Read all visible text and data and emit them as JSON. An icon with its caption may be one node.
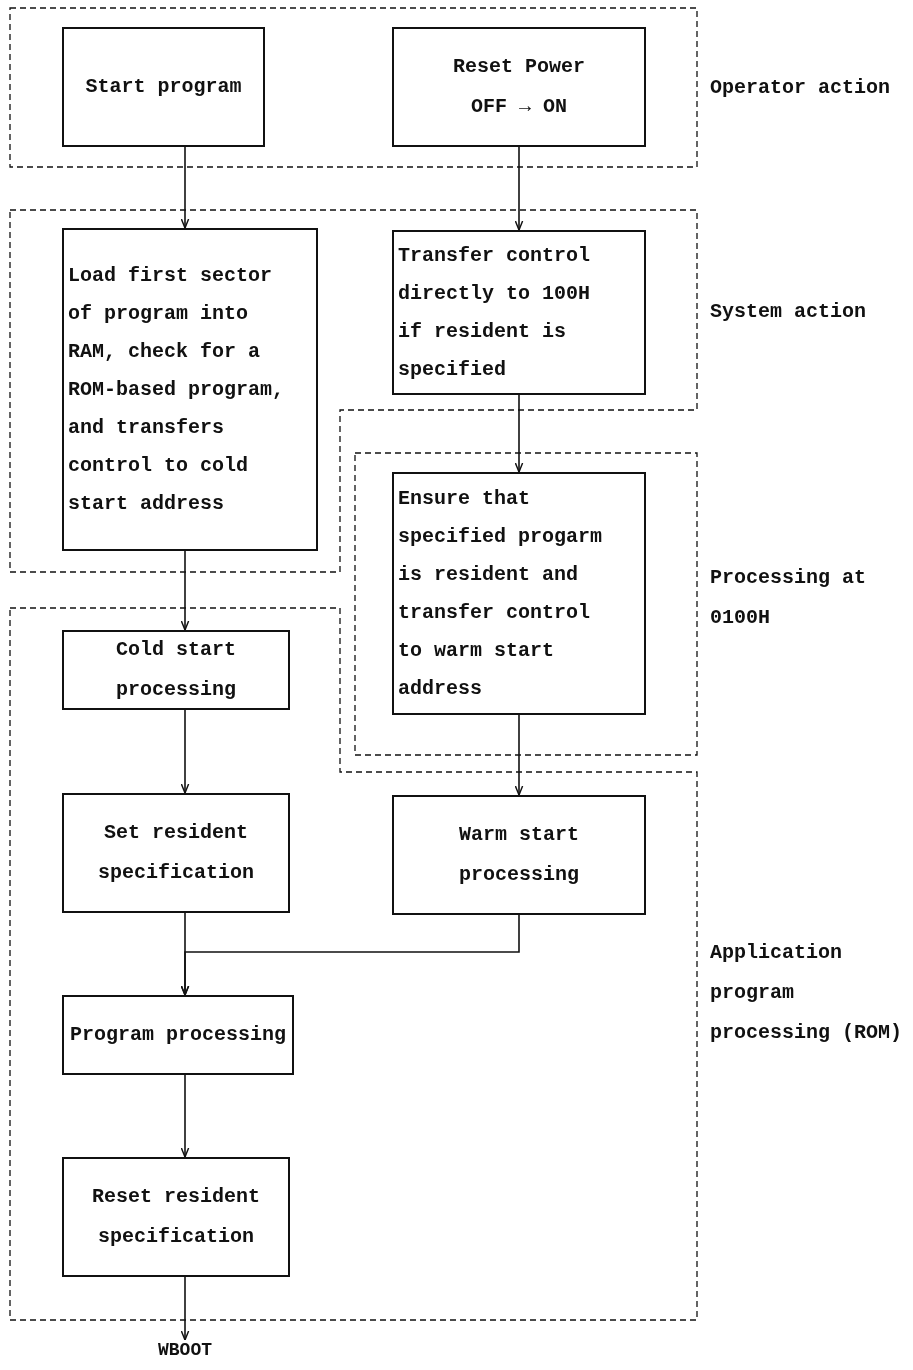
{
  "diagram": {
    "nodes": [
      {
        "text": [
          "Operator action"
        ]
      },
      {
        "text": [
          "Start program"
        ],
        "in": 0
      },
      {
        "text": [
          "Reset Power OFF → ON"
        ],
        "in": 0
      },
      {
        "text": [
          "System action"
        ]
      },
      {
        "text": [
          "Load first sector of program into RAM, check for a ROM-based program, and transfers control to cold start address"
        ],
        "in": 3
      },
      {
        "text": [
          "Transfer control directly to 100H if resident is specified"
        ],
        "in": 3
      },
      {
        "text": [
          "Processing at 0100H"
        ]
      },
      {
        "text": [
          "Ensure that specified progarm is resident and transfer control to warm start address"
        ],
        "in": 6
      },
      {
        "text": [
          "Application program processing (ROM)"
        ]
      },
      {
        "text": [
          "Cold start processing"
        ],
        "in": 8
      },
      {
        "text": [
          "Set resident specification"
        ],
        "in": 8
      },
      {
        "text": [
          "Warm start processing"
        ],
        "in": 8
      },
      {
        "text": [
          "Program processing"
        ],
        "in": 8
      },
      {
        "text": [
          "Reset resident specification"
        ],
        "in": 8
      },
      {
        "text": [
          "WBOOT"
        ]
      }
    ],
    "edges": [
      {
        "from": 1,
        "to": 4,
        "arrow": "to"
      },
      {
        "from": 2,
        "to": 5,
        "arrow": "to"
      },
      {
        "from": 5,
        "to": 7,
        "arrow": "to"
      },
      {
        "from": 4,
        "to": 9,
        "arrow": "to"
      },
      {
        "from": 7,
        "to": 11,
        "arrow": "to"
      },
      {
        "from": 9,
        "to": 10,
        "arrow": "to"
      },
      {
        "from": 10,
        "to": 12,
        "arrow": "to"
      },
      {
        "from": 11,
        "to": 12,
        "arrow": "to"
      },
      {
        "from": 12,
        "to": 13,
        "arrow": "to"
      },
      {
        "from": 13,
        "to": 14,
        "arrow": "to"
      }
    ]
  }
}
